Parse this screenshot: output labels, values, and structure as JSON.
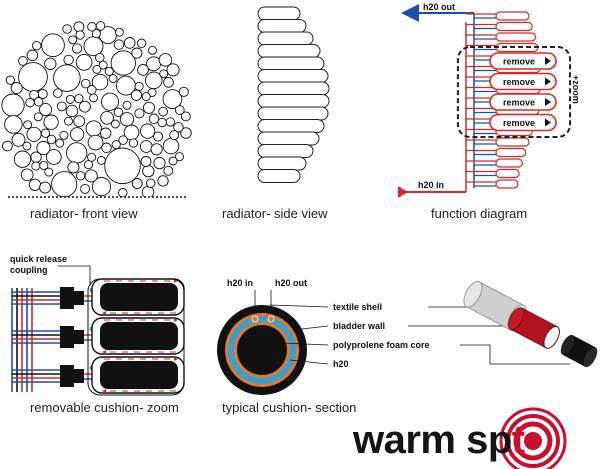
{
  "captions": {
    "front_view": "radiator- front view",
    "side_view": "radiator- side view",
    "function_diagram": "function diagram",
    "cushion_zoom": "removable cushion- zoom",
    "cushion_section": "typical cushion- section"
  },
  "function_diagram": {
    "outlet_label": "h20 out",
    "inlet_label": "h20 in",
    "remove_label": "remove",
    "zoom_label": "+zoom",
    "outlet_color": "#1e4fa8",
    "inlet_color": "#d42a2a"
  },
  "zoom_diagram": {
    "coupling_label": "quick release coupling"
  },
  "section_diagram": {
    "inlet_label": "h20 in",
    "outlet_label": "h20 out",
    "layers": [
      "textile shell",
      "bladder wall",
      "polyprolene foam core",
      "h20"
    ],
    "colors": {
      "shell": "#111111",
      "bladder": "#e07a2e",
      "water": "#3aa0d0",
      "core": "#111111"
    }
  },
  "logo": {
    "text_a": "warm sp",
    "text_b": "t",
    "accent": "#c8102e"
  }
}
